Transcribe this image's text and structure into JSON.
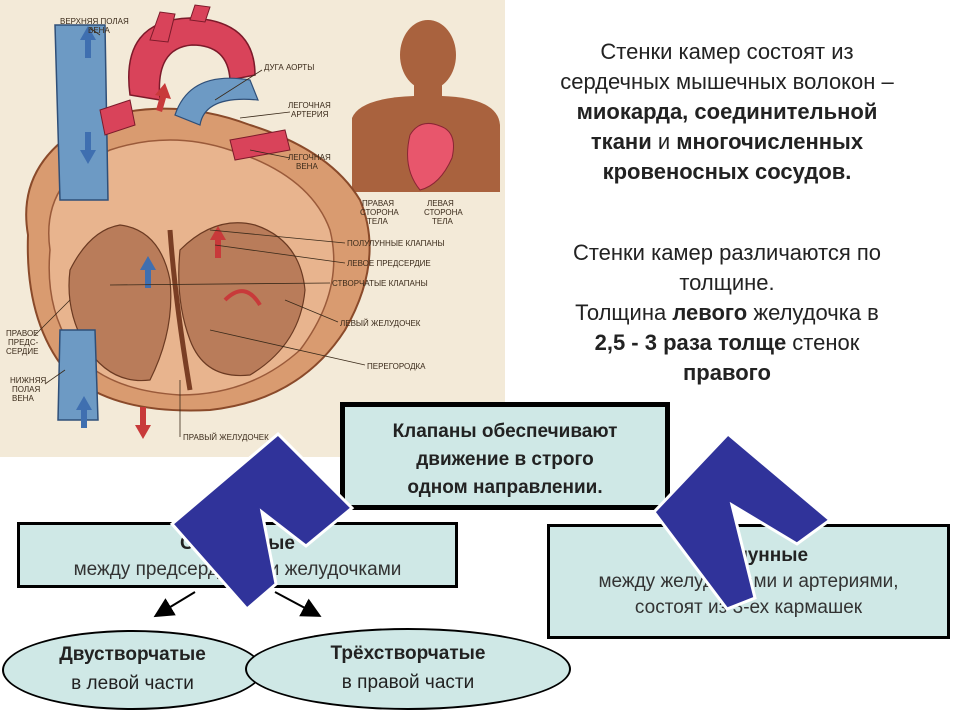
{
  "slide": {
    "walls_text": {
      "line1": "Стенки камер состоят из",
      "line2": "сердечных мышечных волокон –",
      "line3_bold": "миокарда, соединительной",
      "line4_bold_a": "ткани",
      "line4_mid": " и ",
      "line4_bold_b": "многочисленных",
      "line5_bold": "кровеносных сосудов."
    },
    "thickness_text": {
      "line1": "Стенки камер различаются по",
      "line2": "толщине.",
      "line3_a": "Толщина ",
      "line3_bold": "левого",
      "line3_b": " желудочка в",
      "line4_bold_a": "2,5  - 3 раза толще",
      "line4_b": " стенок",
      "line5_bold": "правого"
    },
    "main_box": {
      "line1": "Клапаны обеспечивают",
      "line2": "движение в строго",
      "line3": "одном направлении."
    },
    "left_box": {
      "title": "Створчатые",
      "sub": "между предсердиями и желудочками"
    },
    "right_box": {
      "title": "Полулунные",
      "sub1": "между желудочками и артериями,",
      "sub2": "состоят из 3-ех кармашек"
    },
    "oval_left": {
      "title": "Двустворчатые",
      "sub": "в левой части"
    },
    "oval_right": {
      "title": "Трёхстворчатые",
      "sub": "в правой части"
    }
  },
  "illustration": {
    "labels": {
      "sup_vena": [
        "ВЕРХНЯЯ ПОЛАЯ",
        "ВЕНА"
      ],
      "aorta_arch": "ДУГА АОРТЫ",
      "pulm_artery": [
        "ЛЕГОЧНАЯ",
        "АРТЕРИЯ"
      ],
      "pulm_vein": [
        "ЛЕГОЧНАЯ",
        "ВЕНА"
      ],
      "right_side": [
        "ПРАВАЯ",
        "СТОРОНА",
        "ТЕЛА"
      ],
      "left_side": [
        "ЛЕВАЯ",
        "СТОРОНА",
        "ТЕЛА"
      ],
      "semilunar": "ПОЛУЛУННЫЕ КЛАПАНЫ",
      "left_atrium": "ЛЕВОЕ ПРЕДСЕРДИЕ",
      "cusp_valves": "СТВОРЧАТЫЕ КЛАПАНЫ",
      "left_ventricle": "ЛЕВЫЙ ЖЕЛУДОЧЕК",
      "right_atrium": [
        "ПРАВОЕ",
        "ПРЕДС-",
        "СЕРДИЕ"
      ],
      "septum": "ПЕРЕГОРОДКА",
      "inf_vena": [
        "НИЖНЯЯ",
        "ПОЛАЯ",
        "ВЕНА"
      ],
      "right_ventricle": "ПРАВЫЙ ЖЕЛУДОЧЕК"
    }
  },
  "colors": {
    "box_fill": "#cfe8e6",
    "arrow_fill": "#30339a",
    "page_bg": "#f3ead8",
    "heart_muscle": "#c98a63",
    "vein_blue": "#6d9ac4",
    "artery_red": "#d9435a"
  }
}
